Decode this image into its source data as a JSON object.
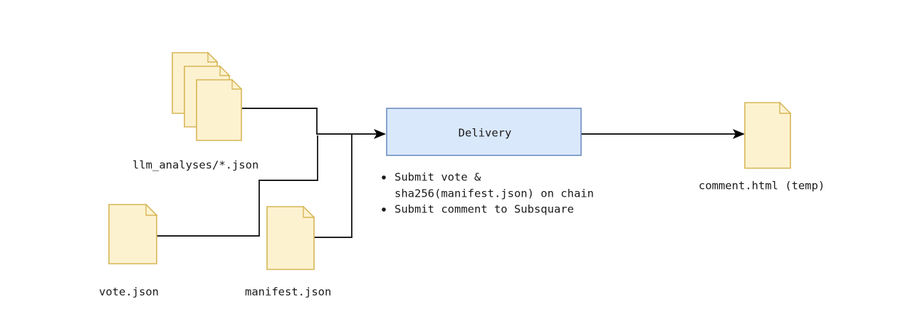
{
  "diagram": {
    "title_present": false,
    "background_color": "#ffffff",
    "colors": {
      "document_fill": "#fdf2d0",
      "document_stroke": "#d6b656",
      "process_fill": "#dae8fc",
      "process_stroke": "#6c8ebf",
      "edge_stroke": "#1f1f1f",
      "text": "#1a1a1a"
    },
    "nodes": {
      "llm_analyses": {
        "label": "llm_analyses/*.json",
        "shape": "multi-document"
      },
      "vote": {
        "label": "vote.json",
        "shape": "document"
      },
      "manifest": {
        "label": "manifest.json",
        "shape": "document"
      },
      "delivery": {
        "label": "Delivery",
        "shape": "process"
      },
      "comment_html": {
        "label": "comment.html (temp)",
        "shape": "document"
      }
    },
    "delivery_steps": [
      {
        "line1": "Submit vote &",
        "line2": "sha256(manifest.json) on chain"
      },
      {
        "line1": "Submit comment to Subsquare",
        "line2": ""
      }
    ]
  }
}
